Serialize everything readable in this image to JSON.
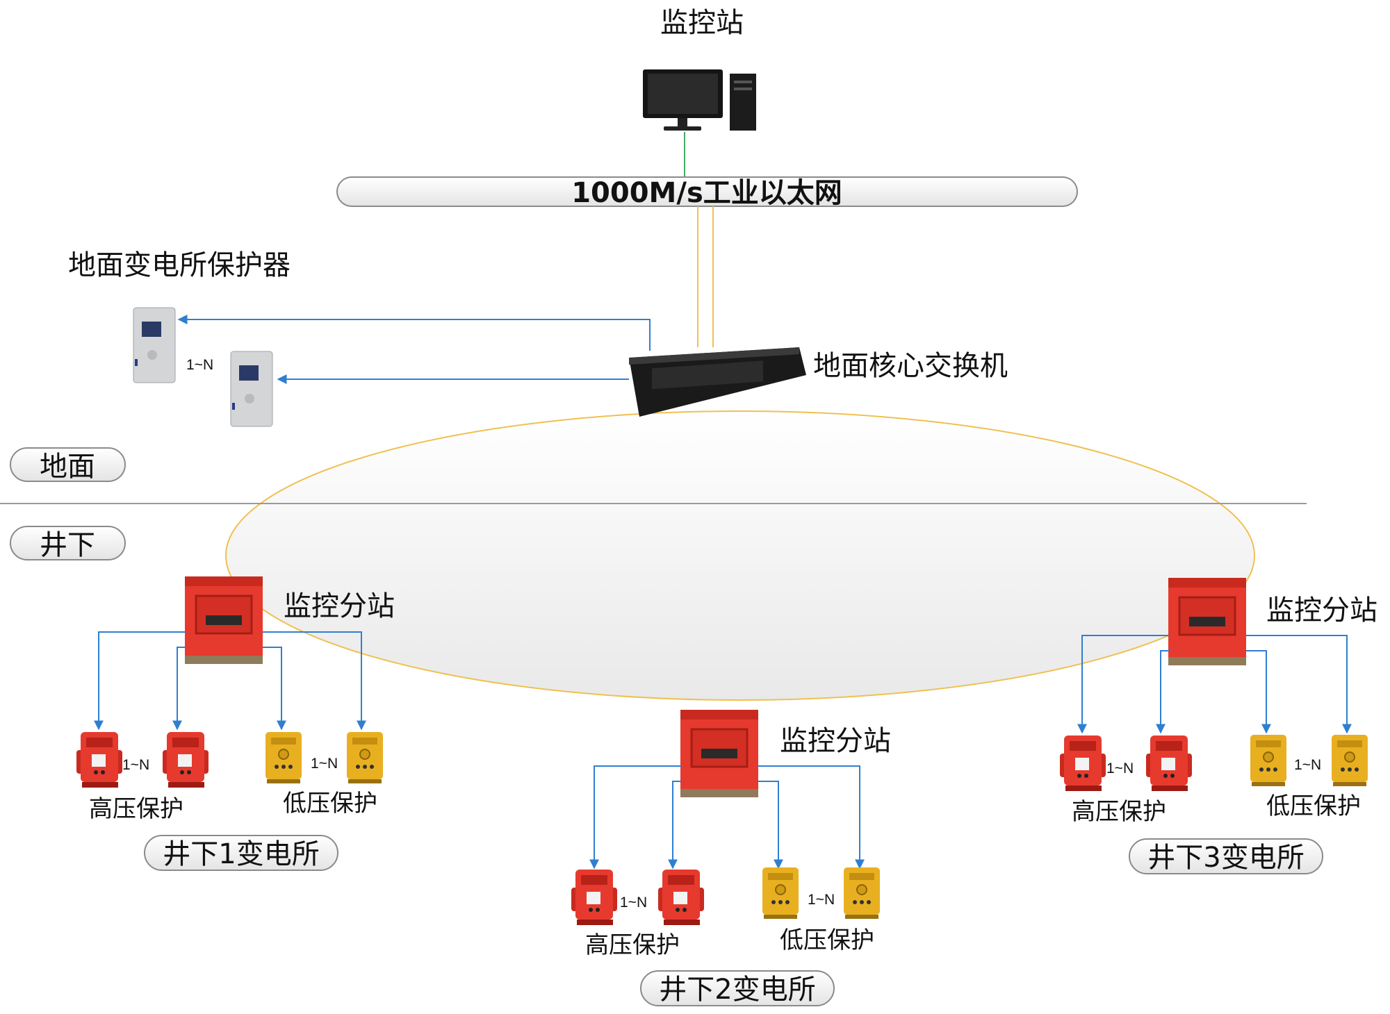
{
  "nodes": {
    "monitor_station": "监控站",
    "network": "1000M/s工业以太网",
    "surface_protector": "地面变电所保护器",
    "core_switch": "地面核心交换机",
    "substation_monitor": "监控分站"
  },
  "zones": {
    "surface": "地面",
    "underground": "井下"
  },
  "counts": {
    "range": "1~N"
  },
  "labels": {
    "high_voltage": "高压保护",
    "low_voltage": "低压保护"
  },
  "substations": [
    {
      "name": "井下1变电所"
    },
    {
      "name": "井下2变电所"
    },
    {
      "name": "井下3变电所"
    }
  ],
  "colors": {
    "ring_line": "#f0c050",
    "link_blue": "#2f7fd0",
    "link_green": "#44aa66",
    "device_red": "#e63a2e",
    "device_yellow": "#e8b020",
    "protector_gray": "#c8cacc"
  }
}
